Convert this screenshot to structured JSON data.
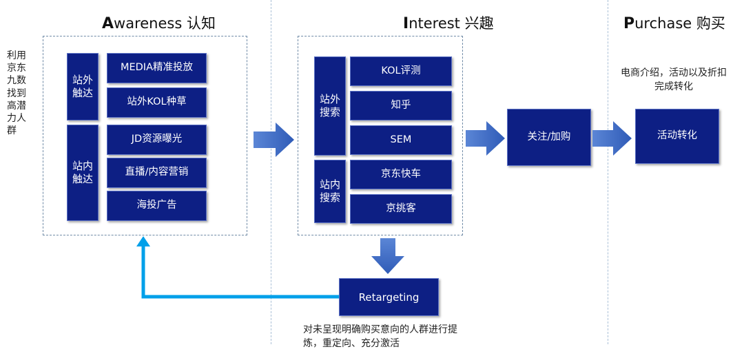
{
  "stages": {
    "awareness": {
      "initial": "A",
      "rest": "wareness 认知"
    },
    "interest": {
      "initial": "I",
      "rest": "nterest 兴趣"
    },
    "purchase": {
      "initial": "P",
      "rest": "urchase 购买"
    }
  },
  "left_note": "利用京东九数找到高潜力人群",
  "awareness": {
    "offsite_group": "站外触达",
    "onsite_group": "站内触达",
    "offsite_items": [
      "MEDIA精准投放",
      "站外KOL种草"
    ],
    "onsite_items": [
      "JD资源曝光",
      "直播/内容营销",
      "海投广告"
    ]
  },
  "interest": {
    "offsite_group": "站外搜索",
    "onsite_group": "站内搜索",
    "offsite_items": [
      "KOL评测",
      "知乎",
      "SEM"
    ],
    "onsite_items": [
      "京东快车",
      "京挑客"
    ]
  },
  "follow_box": "关注/加购",
  "purchase_note": "电商介绍，活动以及折扣完成转化",
  "conversion_box": "活动转化",
  "retargeting": {
    "label": "Retargeting",
    "note": "对未呈现明确购买意向的人群进行提炼，重定向、充分激活"
  },
  "colors": {
    "box_fill": "#0d1f84",
    "arrow_blue": "#4472c4",
    "feedback_cyan": "#00a0e9",
    "dashed_border": "#6f8aa6"
  }
}
